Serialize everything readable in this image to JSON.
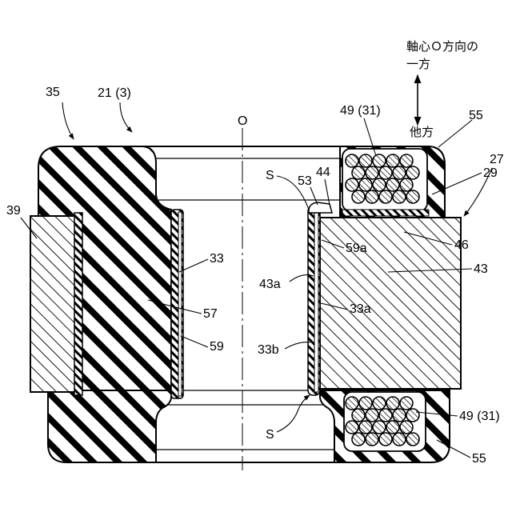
{
  "figure": {
    "axis_marker": "O",
    "direction_note": {
      "line1": "軸心Ｏ方向の",
      "line2": "一方",
      "other_side": "他方"
    }
  },
  "callouts": {
    "c35": "35",
    "c21": "21 (3)",
    "c39": "39",
    "s_top": "S",
    "c53": "53",
    "c44": "44",
    "c49_top": "49 (31)",
    "c55_top": "55",
    "c29": "29",
    "c27": "27",
    "c46": "46",
    "c43": "43",
    "c59a": "59a",
    "c33": "33",
    "c43a": "43a",
    "c33a": "33a",
    "c57": "57",
    "c59": "59",
    "c33b": "33b",
    "s_bottom": "S",
    "c49_bottom": "49 (31)",
    "c55_bottom": "55"
  }
}
